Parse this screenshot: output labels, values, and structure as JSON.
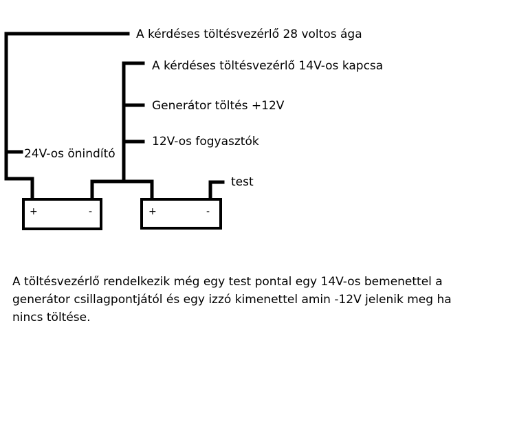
{
  "labels": {
    "alternator_28v": "A kérdéses töltésvezérlő 28 voltos ága",
    "terminal_14v": "A kérdéses töltésvezérlő 14V-os kapcsa",
    "generator_charge": "Generátor töltés +12V",
    "consumers_12v": "12V-os fogyasztók",
    "starter_24v": "24V-os önindító",
    "ground": "test"
  },
  "batteries": [
    {
      "plus": "+",
      "minus": "-"
    },
    {
      "plus": "+",
      "minus": "-"
    }
  ],
  "note": "A töltésvezérlő rendelkezik még egy test pontal egy 14V-os bemenettel a generátor csillagpontjától és egy izzó kimenettel amin -12V jelenik meg ha nincs töltése.",
  "colors": {
    "line": "#000000",
    "background": "#ffffff"
  }
}
